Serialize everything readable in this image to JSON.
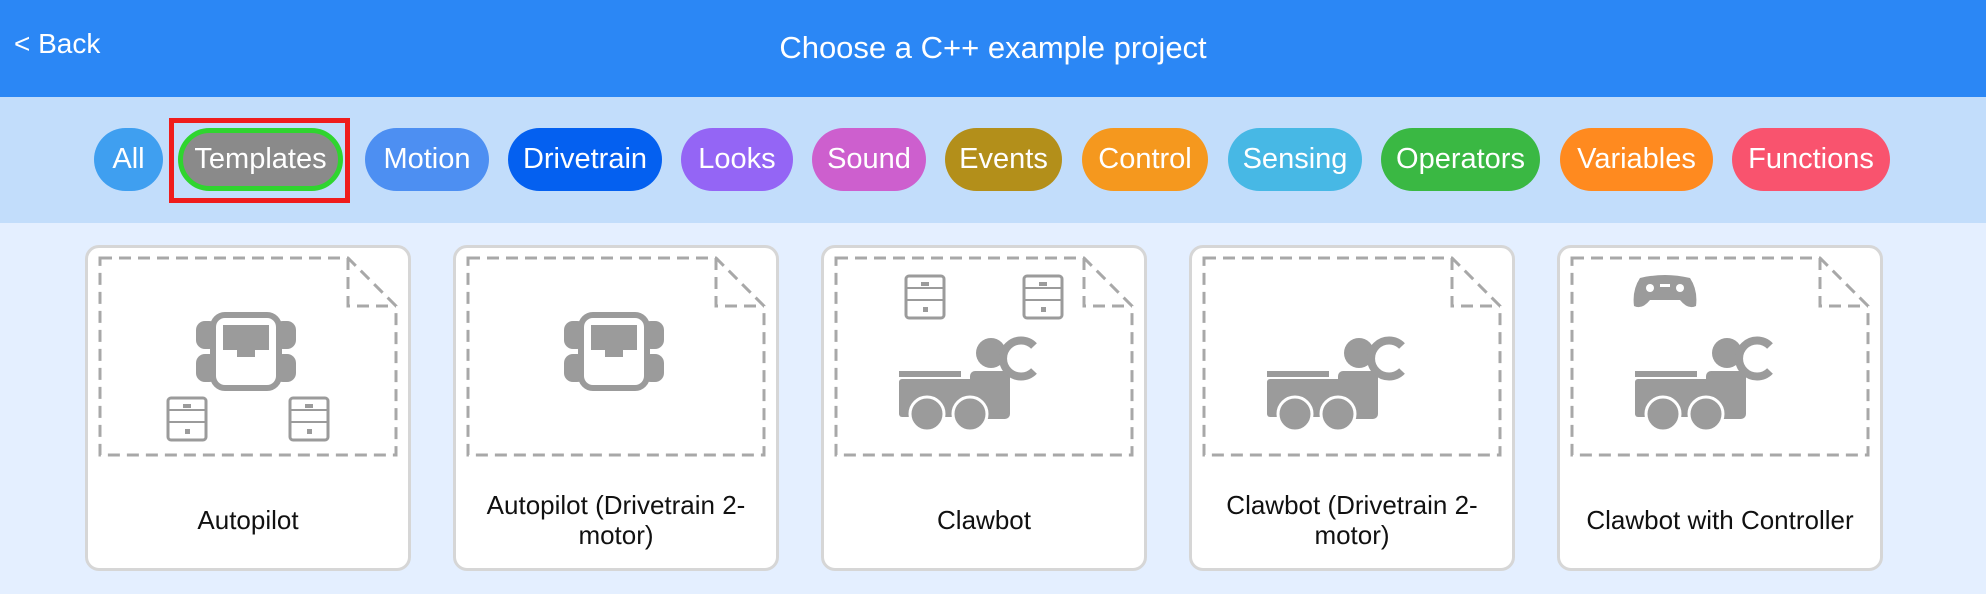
{
  "header": {
    "back_label": "< Back",
    "title": "Choose a C++ example project"
  },
  "categories": [
    {
      "label": "All",
      "color": "#3f9ff0"
    },
    {
      "label": "Templates",
      "color": "#8a8a8a",
      "selected": true
    },
    {
      "label": "Motion",
      "color": "#4d8ff2"
    },
    {
      "label": "Drivetrain",
      "color": "#0460f0"
    },
    {
      "label": "Looks",
      "color": "#9465f5"
    },
    {
      "label": "Sound",
      "color": "#cd5fce"
    },
    {
      "label": "Events",
      "color": "#b38f1a"
    },
    {
      "label": "Control",
      "color": "#f5981e"
    },
    {
      "label": "Sensing",
      "color": "#47b8e5"
    },
    {
      "label": "Operators",
      "color": "#3ab843"
    },
    {
      "label": "Variables",
      "color": "#ff8a1f"
    },
    {
      "label": "Functions",
      "color": "#f9536e"
    }
  ],
  "projects": [
    {
      "label": "Autopilot",
      "art": "autopilot"
    },
    {
      "label": "Autopilot (Drivetrain 2-motor)",
      "art": "autopilot-2motor"
    },
    {
      "label": "Clawbot",
      "art": "clawbot"
    },
    {
      "label": "Clawbot (Drivetrain 2-motor)",
      "art": "clawbot-2motor"
    },
    {
      "label": "Clawbot with Controller",
      "art": "clawbot-controller"
    }
  ],
  "colors": {
    "header_bg": "#2b87f5",
    "category_bar_bg": "#c2ddfb",
    "content_bg": "#e4efff",
    "icon_gray": "#9b9b9b",
    "selection_outline": "#ef1c1c",
    "selected_ring": "#2fd52f"
  }
}
